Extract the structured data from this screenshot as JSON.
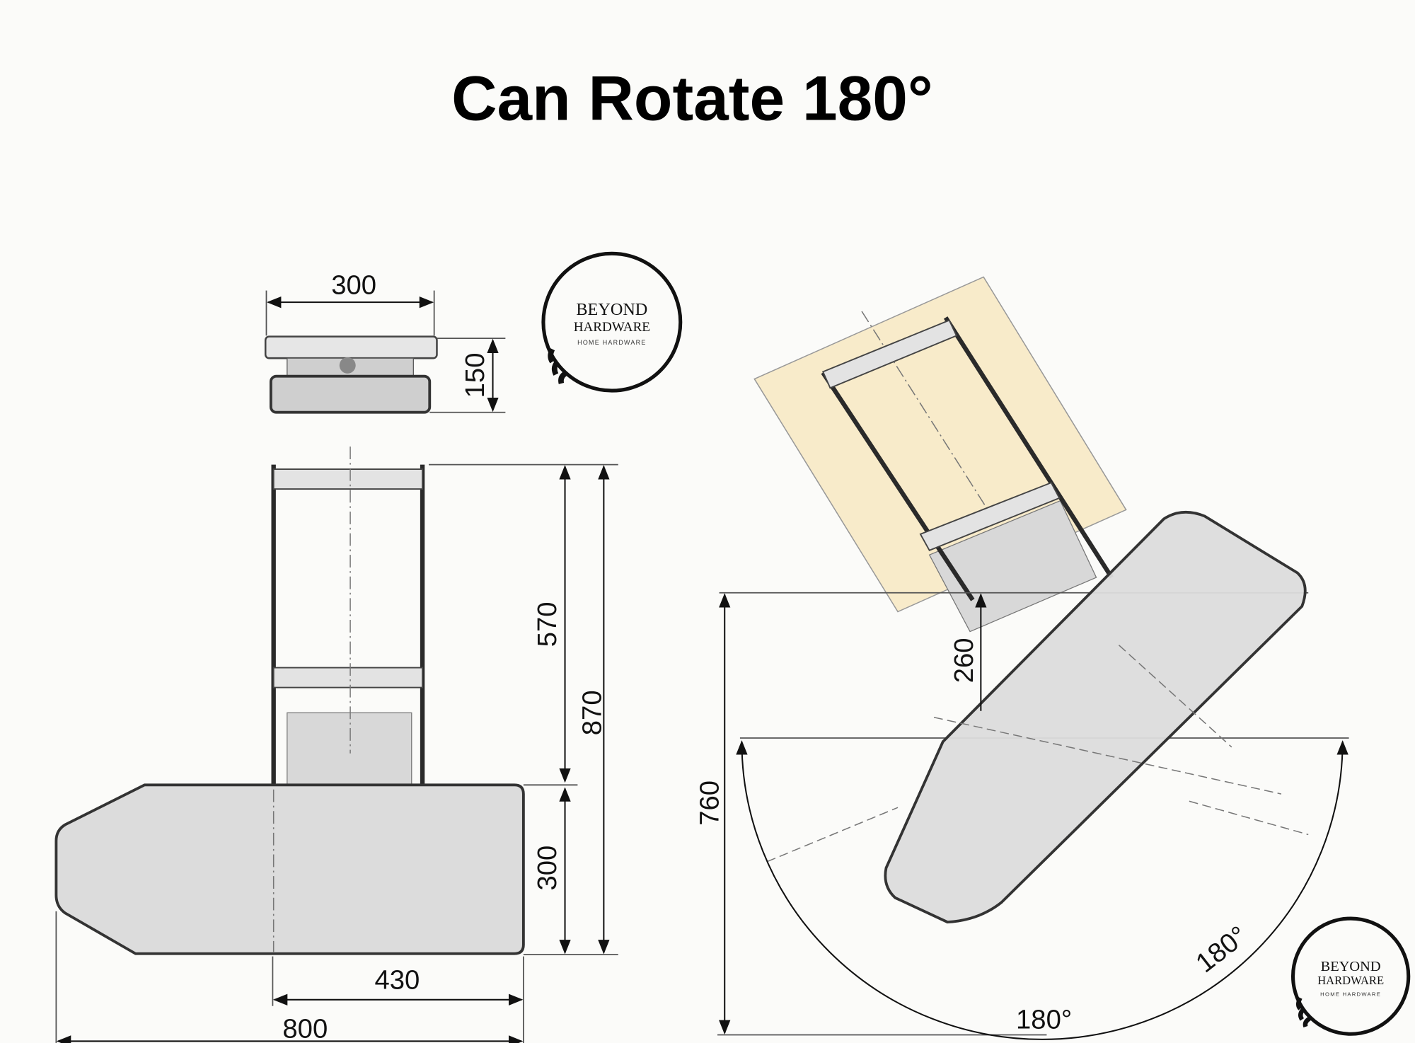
{
  "title": "Can Rotate 180°",
  "dimensions": {
    "top_width": "300",
    "top_height": "150",
    "rail_length": "570",
    "total_length": "870",
    "board_width": "300",
    "mount_depth": "430",
    "board_length": "800",
    "rotated_offset": "260",
    "rotated_depth": "760",
    "rotation_angle_1": "180°",
    "rotation_angle_2": "180°"
  },
  "logo": {
    "line1": "BEYOND",
    "line2": "HARDWARE",
    "line3": "HOME HARDWARE"
  },
  "colors": {
    "cabinet": "#f7e9c4",
    "board": "#dcdcdc"
  }
}
